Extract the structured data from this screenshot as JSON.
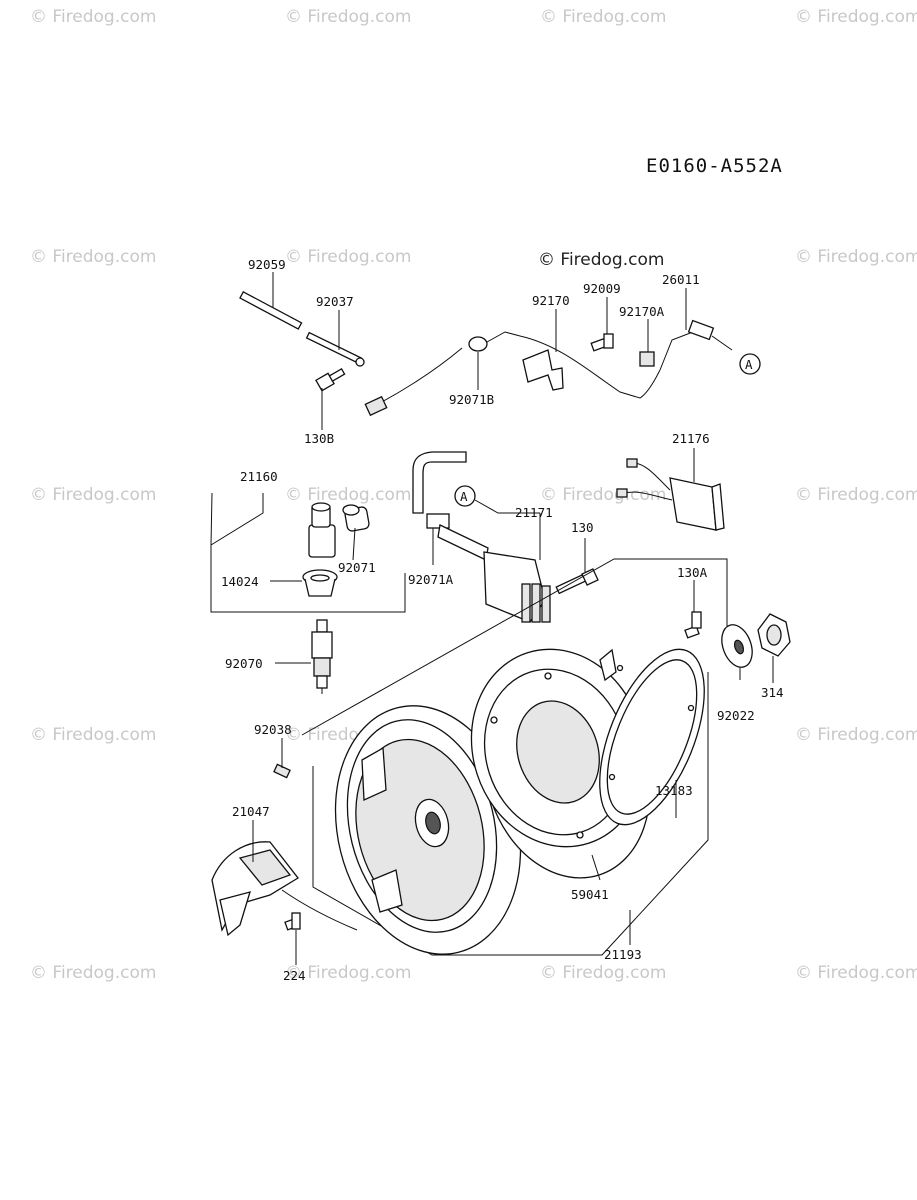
{
  "diagram_code": "E0160-A552A",
  "source_mark": "© Firedog.com",
  "watermark_text": "© Firedog.com",
  "callout_letter": "A",
  "part_labels": {
    "p92059": "92059",
    "p92037": "92037",
    "p130B": "130B",
    "p92071B": "92071B",
    "p92170": "92170",
    "p92009": "92009",
    "p26011": "26011",
    "p92170A": "92170A",
    "p21176": "21176",
    "p21160": "21160",
    "p92071": "92071",
    "p14024": "14024",
    "p92070": "92070",
    "p92071A": "92071A",
    "p21171": "21171",
    "p130": "130",
    "p130A": "130A",
    "p314": "314",
    "p92022": "92022",
    "p13183": "13183",
    "p92038": "92038",
    "p21047": "21047",
    "p224": "224",
    "p59041": "59041",
    "p21193": "21193"
  },
  "colors": {
    "line": "#111111",
    "watermark": "#c8c8c8",
    "background": "#ffffff"
  }
}
